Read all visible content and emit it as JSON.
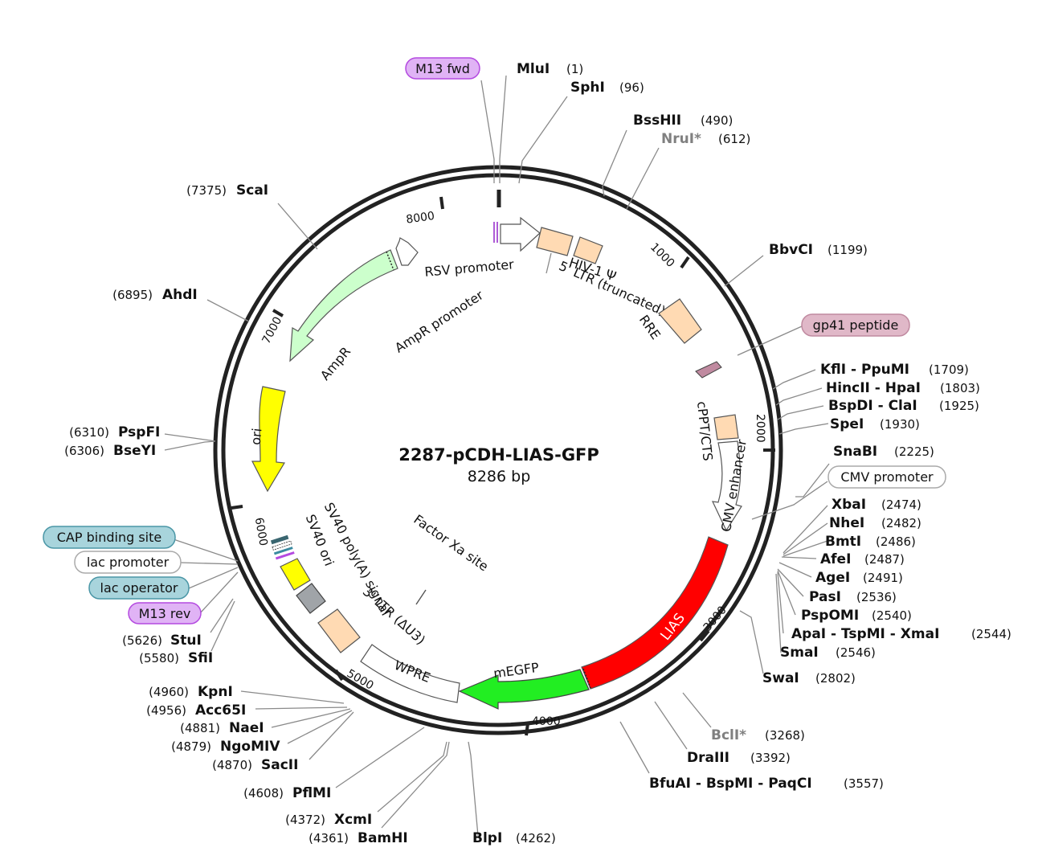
{
  "plasmid": {
    "name": "2287-pCDH-LIAS-GFP",
    "length_label": "8286 bp",
    "length": 8286
  },
  "ticks": [
    "1000",
    "2000",
    "3000",
    "4000",
    "5000",
    "6000",
    "7000",
    "8000"
  ],
  "features": [
    {
      "id": "lias",
      "label": "LIAS",
      "color": "#ff0000",
      "text_color": "#ffffff"
    },
    {
      "id": "megfp",
      "label": "mEGFP",
      "color": "#00ff00"
    },
    {
      "id": "wpre",
      "label": "WPRE",
      "color": "#ffffff"
    },
    {
      "id": "ltr3",
      "label": "3' LTR (ΔU3)",
      "color": "#ffdab3"
    },
    {
      "id": "sv40ori",
      "label": "SV40 ori",
      "color": "#a0a4a8"
    },
    {
      "id": "sv40polya",
      "label": "SV40 poly(A) signal",
      "color": "#ffff00"
    },
    {
      "id": "ori",
      "label": "ori",
      "color": "#ffff00"
    },
    {
      "id": "ampr",
      "label": "AmpR",
      "color": "#ccffcc"
    },
    {
      "id": "amprprom",
      "label": "AmpR promoter",
      "color": "#ffffff"
    },
    {
      "id": "rsvprom",
      "label": "RSV promoter",
      "color": "#ffffff"
    },
    {
      "id": "ltr5",
      "label": "5' LTR (truncated)",
      "color": "#ffdab3"
    },
    {
      "id": "hiv",
      "label": "HIV-1 Ψ",
      "color": "#ffdab3"
    },
    {
      "id": "rre",
      "label": "RRE",
      "color": "#ffdab3"
    },
    {
      "id": "cppt",
      "label": "cPPT/CTS",
      "color": "#ffdab3"
    },
    {
      "id": "cmvenh",
      "label": "CMV enhancer",
      "color": "#ffffff"
    },
    {
      "id": "factorxa",
      "label": "Factor Xa site",
      "color": "#ffffff"
    }
  ],
  "primer_bubbles": [
    {
      "id": "m13fwd",
      "label": "M13 fwd",
      "fill": "#e0b3f5",
      "stroke": "#b44ae0"
    },
    {
      "id": "gp41",
      "label": "gp41 peptide",
      "fill": "#e0b8c8",
      "stroke": "#c08aa0"
    },
    {
      "id": "cmvprom",
      "label": "CMV promoter",
      "fill": "#ffffff",
      "stroke": "#aaaaaa"
    },
    {
      "id": "cap",
      "label": "CAP binding site",
      "fill": "#a8d4dc",
      "stroke": "#4a96a6"
    },
    {
      "id": "lacprom",
      "label": "lac promoter",
      "fill": "#ffffff",
      "stroke": "#aaaaaa"
    },
    {
      "id": "lacop",
      "label": "lac operator",
      "fill": "#a8d4dc",
      "stroke": "#4a96a6"
    },
    {
      "id": "m13rev",
      "label": "M13 rev",
      "fill": "#e0b3f5",
      "stroke": "#b44ae0"
    }
  ],
  "sites": [
    {
      "id": "mlui",
      "name": "MluI",
      "pos": "(1)"
    },
    {
      "id": "sphi",
      "name": "SphI",
      "pos": "(96)"
    },
    {
      "id": "bsshii",
      "name": "BssHII",
      "pos": "(490)"
    },
    {
      "id": "nrui",
      "name": "NruI*",
      "pos": "(612)",
      "dim": true
    },
    {
      "id": "bbvci",
      "name": "BbvCI",
      "pos": "(1199)"
    },
    {
      "id": "kfli",
      "name": "KflI - PpuMI",
      "pos": "(1709)"
    },
    {
      "id": "hincii",
      "name": "HincII - HpaI",
      "pos": "(1803)"
    },
    {
      "id": "bspdi",
      "name": "BspDI - ClaI",
      "pos": "(1925)"
    },
    {
      "id": "spei",
      "name": "SpeI",
      "pos": "(1930)"
    },
    {
      "id": "snabi",
      "name": "SnaBI",
      "pos": "(2225)"
    },
    {
      "id": "xbai",
      "name": "XbaI",
      "pos": "(2474)"
    },
    {
      "id": "nhei",
      "name": "NheI",
      "pos": "(2482)"
    },
    {
      "id": "bmti",
      "name": "BmtI",
      "pos": "(2486)"
    },
    {
      "id": "afei",
      "name": "AfeI",
      "pos": "(2487)"
    },
    {
      "id": "agei",
      "name": "AgeI",
      "pos": "(2491)"
    },
    {
      "id": "pasi",
      "name": "PasI",
      "pos": "(2536)"
    },
    {
      "id": "pspomi",
      "name": "PspOMI",
      "pos": "(2540)"
    },
    {
      "id": "apai",
      "name": "ApaI - TspMI - XmaI",
      "pos": "(2544)"
    },
    {
      "id": "smai",
      "name": "SmaI",
      "pos": "(2546)"
    },
    {
      "id": "swai",
      "name": "SwaI",
      "pos": "(2802)"
    },
    {
      "id": "bcli",
      "name": "BclI*",
      "pos": "(3268)",
      "dim": true
    },
    {
      "id": "draiii",
      "name": "DraIII",
      "pos": "(3392)"
    },
    {
      "id": "bfuai",
      "name": "BfuAI - BspMI - PaqCI",
      "pos": "(3557)"
    },
    {
      "id": "blpi",
      "name": "BlpI",
      "pos": "(4262)"
    },
    {
      "id": "bamhi",
      "name": "BamHI",
      "pos": "(4361)"
    },
    {
      "id": "xcmi",
      "name": "XcmI",
      "pos": "(4372)"
    },
    {
      "id": "pflmi",
      "name": "PflMI",
      "pos": "(4608)"
    },
    {
      "id": "sacii",
      "name": "SacII",
      "pos": "(4870)"
    },
    {
      "id": "ngomiv",
      "name": "NgoMIV",
      "pos": "(4879)"
    },
    {
      "id": "naei",
      "name": "NaeI",
      "pos": "(4881)"
    },
    {
      "id": "acc65i",
      "name": "Acc65I",
      "pos": "(4956)"
    },
    {
      "id": "kpni",
      "name": "KpnI",
      "pos": "(4960)"
    },
    {
      "id": "sfii",
      "name": "SfiI",
      "pos": "(5580)"
    },
    {
      "id": "stui",
      "name": "StuI",
      "pos": "(5626)"
    },
    {
      "id": "bseyi",
      "name": "BseYI",
      "pos": "(6306)"
    },
    {
      "id": "pspfi",
      "name": "PspFI",
      "pos": "(6310)"
    },
    {
      "id": "ahdi",
      "name": "AhdI",
      "pos": "(6895)"
    },
    {
      "id": "scai",
      "name": "ScaI",
      "pos": "(7375)"
    }
  ]
}
